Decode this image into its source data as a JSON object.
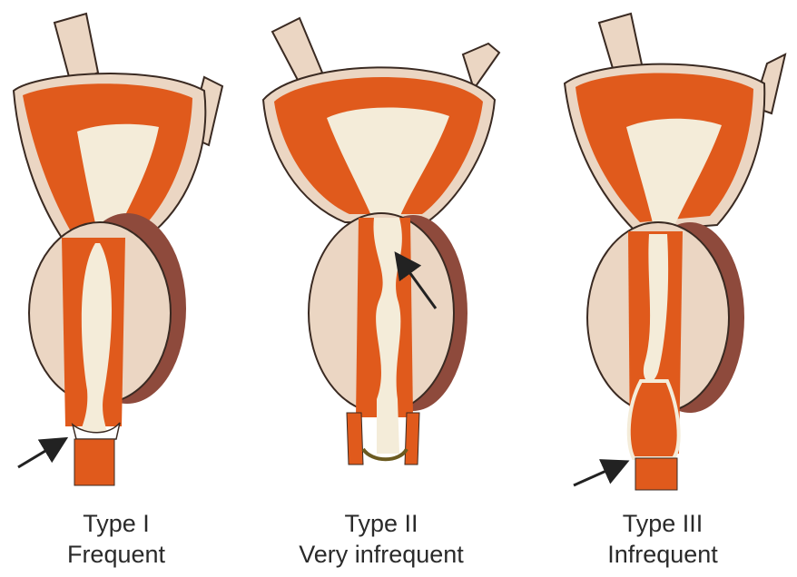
{
  "colors": {
    "wall": "#e05a1c",
    "wall_dark": "#b8411a",
    "lumen": "#f4ecd9",
    "capsule": "#ebd6c3",
    "capsule_shadow": "#8e4a3c",
    "outline": "#3a2a22",
    "arrow": "#222222"
  },
  "panels": [
    {
      "type": "Type I",
      "frequency": "Frequent"
    },
    {
      "type": "Type II",
      "frequency": "Very infrequent"
    },
    {
      "type": "Type III",
      "frequency": "Infrequent"
    }
  ]
}
